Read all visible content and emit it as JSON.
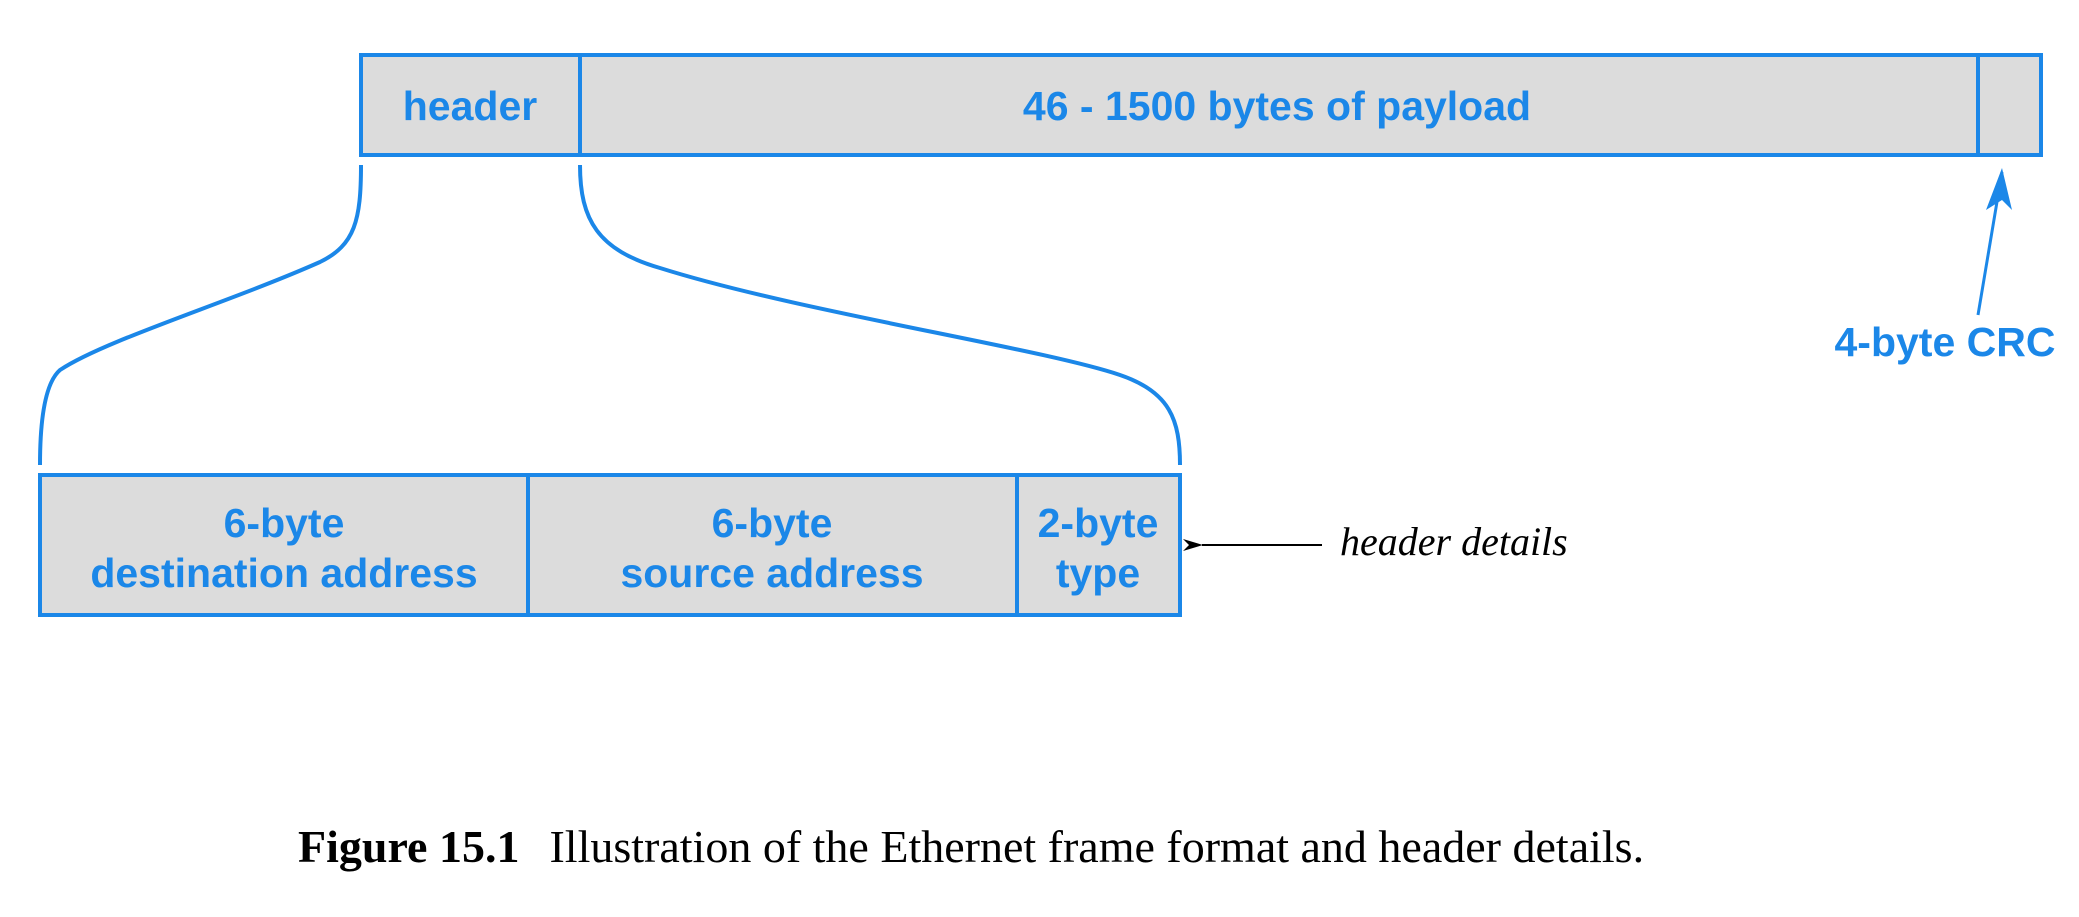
{
  "frame": {
    "header_label": "header",
    "payload_label": "46 - 1500 bytes of payload"
  },
  "crc": {
    "label": "4-byte CRC"
  },
  "header_details": {
    "destination": {
      "line1": "6-byte",
      "line2": "destination address"
    },
    "source": {
      "line1": "6-byte",
      "line2": "source address"
    },
    "type": {
      "line1": "2-byte",
      "line2": "type"
    },
    "annotation": "header details"
  },
  "caption": {
    "number": "Figure 15.1",
    "text": "Illustration of the Ethernet frame format and header details."
  },
  "colors": {
    "accent": "#1b87e8",
    "box_fill": "#dcdcdc"
  }
}
